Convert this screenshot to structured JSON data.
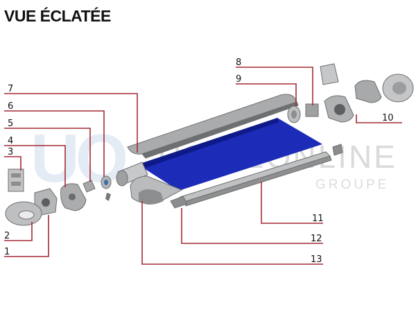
{
  "title": "VUE ÉCLATÉE",
  "watermark": {
    "logo_text": "UO",
    "brand": "USINEONLINE",
    "sub": "GROUPE"
  },
  "colors": {
    "leader": "#a32a35",
    "fabric": "#1c2bb8",
    "metal": "#b7b9bb",
    "dark_metal": "#5d5f61",
    "watermark_blue": "#c9d9ea",
    "watermark_red": "#f1c3c3"
  },
  "callouts": [
    {
      "id": "1",
      "label": "1"
    },
    {
      "id": "2",
      "label": "2"
    },
    {
      "id": "3",
      "label": "3"
    },
    {
      "id": "4",
      "label": "4"
    },
    {
      "id": "5",
      "label": "5"
    },
    {
      "id": "6",
      "label": "6"
    },
    {
      "id": "7",
      "label": "7"
    },
    {
      "id": "8",
      "label": "8"
    },
    {
      "id": "9",
      "label": "9"
    },
    {
      "id": "10",
      "label": "10"
    },
    {
      "id": "11",
      "label": "11"
    },
    {
      "id": "12",
      "label": "12"
    },
    {
      "id": "13",
      "label": "13"
    }
  ]
}
